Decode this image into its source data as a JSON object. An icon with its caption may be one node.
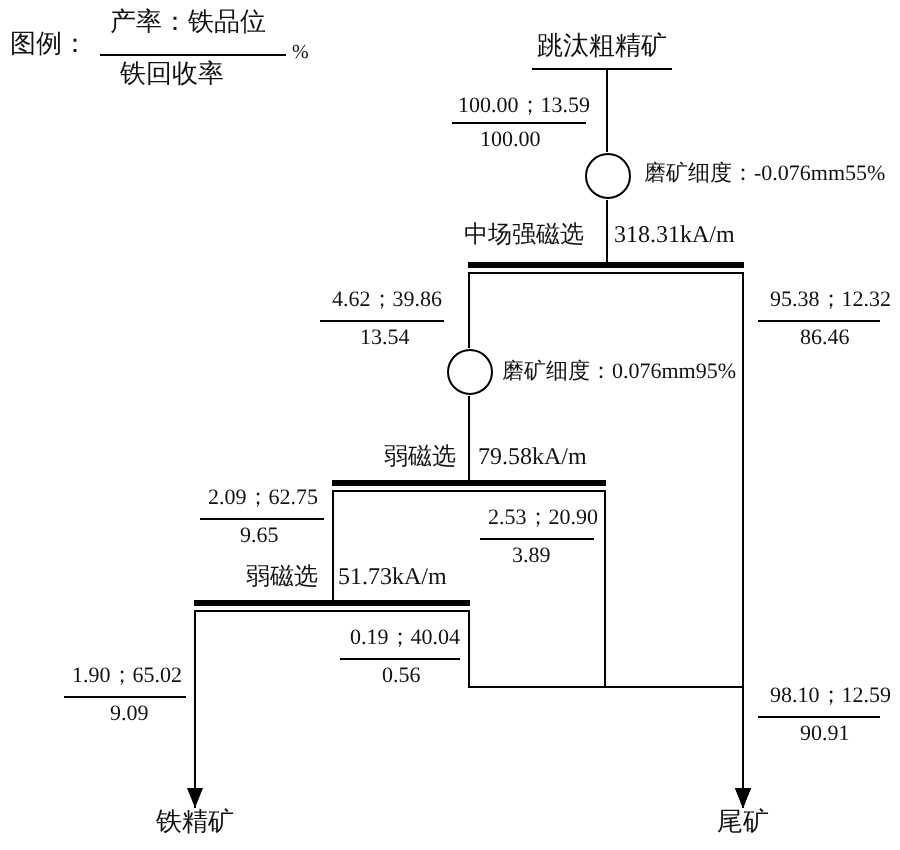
{
  "diagram": {
    "nodes": [
      {
        "text": [
          "跳汰粗精矿"
        ]
      },
      {
        "text": [],
        "shape": "circle",
        "beside": [
          "磨矿细度：-0.076mm55%"
        ]
      },
      {
        "text": [
          "中场强磁选",
          "318.31kA/m"
        ]
      },
      {
        "text": [],
        "shape": "circle",
        "beside": [
          "磨矿细度：0.076mm95%"
        ]
      },
      {
        "text": [
          "弱磁选",
          "79.58kA/m"
        ]
      },
      {
        "text": [
          "弱磁选",
          "51.73kA/m"
        ]
      },
      {
        "text": [
          "铁精矿"
        ]
      },
      {
        "text": [
          "尾矿"
        ]
      }
    ],
    "edges": [
      {
        "from": 0,
        "to": 1,
        "arrow": "none"
      },
      {
        "from": 1,
        "to": 2,
        "arrow": "none"
      },
      {
        "from": 2,
        "to": 3,
        "arrow": "none"
      },
      {
        "from": 2,
        "to": 7,
        "arrow": "to"
      },
      {
        "from": 3,
        "to": 4,
        "arrow": "none"
      },
      {
        "from": 4,
        "to": 5,
        "arrow": "none"
      },
      {
        "from": 4,
        "to": 7,
        "arrow": "to"
      },
      {
        "from": 5,
        "to": 6,
        "arrow": "to"
      },
      {
        "from": 5,
        "to": 7,
        "arrow": "to"
      }
    ],
    "labels": [
      "图例：",
      "产率：铁品位",
      "%",
      "铁回收率",
      "100.00；13.59",
      "100.00",
      "4.62；39.86",
      "13.54",
      "95.38；12.32",
      "86.46",
      "2.09；62.75",
      "9.65",
      "2.53；20.90",
      "3.89",
      "0.19；40.04",
      "0.56",
      "1.90；65.02",
      "9.09",
      "98.10；12.59",
      "90.91"
    ]
  }
}
